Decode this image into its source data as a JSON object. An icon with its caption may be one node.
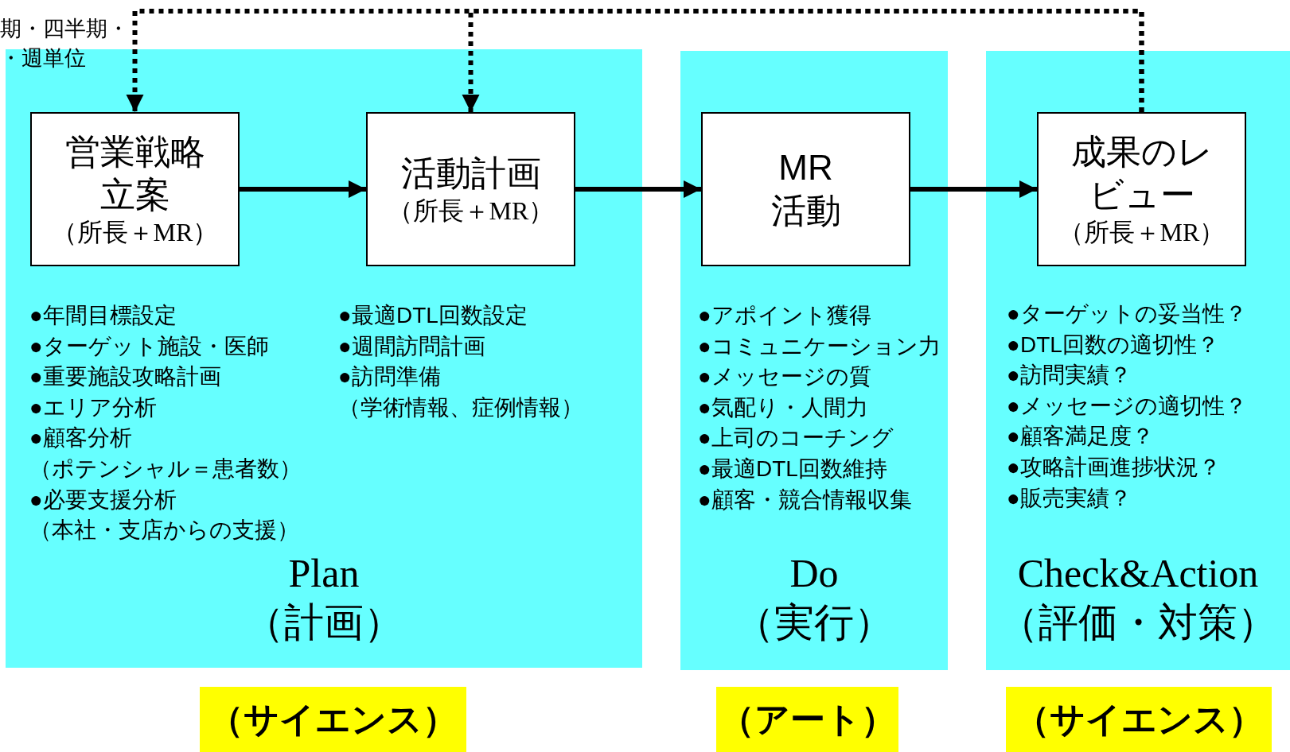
{
  "diagram": {
    "nodes": [
      {
        "text": [
          "●年間目標設定",
          "●ターゲット施設・医師",
          "●重要施設攻略計画",
          "●エリア分析",
          "●顧客分析",
          "（ポテンシャル＝患者数）",
          "●必要支援分析",
          "（本社・支店からの支援）",
          "●最適DTL回数設定",
          "●週間訪問計画",
          "●訪問準備",
          "（学術情報、症例情報）",
          "Plan",
          "（計画）"
        ]
      },
      {
        "text": [
          "営業戦略立案",
          "（所長＋MR）"
        ],
        "in": 0
      },
      {
        "text": [
          "活動計画",
          "（所長＋MR）"
        ],
        "in": 0
      },
      {
        "text": [
          "●アポイント獲得",
          "●コミュニケーション力",
          "●メッセージの質",
          "●気配り・人間力",
          "●上司のコーチング",
          "●最適DTL回数維持",
          "●顧客・競合情報収集",
          "Do",
          "（実行）"
        ]
      },
      {
        "text": [
          "MR 活動"
        ],
        "in": 3
      },
      {
        "text": [
          "●ターゲットの妥当性？",
          "●DTL回数の適切性？",
          "●訪問実績？",
          "●メッセージの適切性？",
          "●顧客満足度？",
          "●攻略計画進捗状況？",
          "●販売実績？",
          "Check&Action",
          "（評価・対策）"
        ]
      },
      {
        "text": [
          "成果のレビュー",
          "（所長＋MR）"
        ],
        "in": 5
      },
      {
        "text": [
          "（サイエンス）"
        ]
      },
      {
        "text": [
          "（アート）"
        ]
      },
      {
        "text": [
          "（サイエンス）"
        ]
      }
    ],
    "edges": [
      {
        "from": 1,
        "to": 2,
        "arrow": "to"
      },
      {
        "from": 2,
        "to": 4,
        "arrow": "to"
      },
      {
        "from": 4,
        "to": 6,
        "arrow": "to"
      },
      {
        "from": 6,
        "to": 1,
        "arrow": "to",
        "style": "dashed"
      },
      {
        "from": 6,
        "to": 2,
        "arrow": "to",
        "style": "dashed"
      }
    ],
    "labels": [
      "期・四半期・",
      "・週単位"
    ]
  }
}
